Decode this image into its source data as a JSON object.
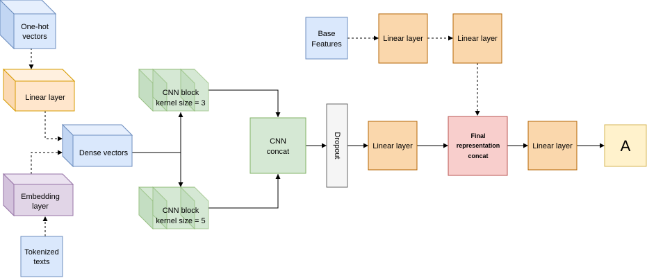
{
  "nodes": {
    "onehot": {
      "line1": "One-hot",
      "line2": "vectors"
    },
    "linear_left": {
      "label": "Linear layer"
    },
    "dense": {
      "label": "Dense vectors"
    },
    "embedding": {
      "line1": "Embedding",
      "line2": "layer"
    },
    "tokenized": {
      "line1": "Tokenized",
      "line2": "texts"
    },
    "cnn3": {
      "line1": "CNN block",
      "line2": "kernel size = 3"
    },
    "cnn5": {
      "line1": "CNN block",
      "line2": "kernel size = 5"
    },
    "cnn_concat": {
      "line1": "CNN",
      "line2": "concat"
    },
    "dropout": {
      "label": "Dropout"
    },
    "base": {
      "line1": "Base",
      "line2": "Features"
    },
    "linear_top1": {
      "label": "Linear layer"
    },
    "linear_top2": {
      "label": "Linear layer"
    },
    "linear_mid1": {
      "label": "Linear layer"
    },
    "final": {
      "line1": "Final",
      "line2": "representation",
      "line3": "concat"
    },
    "linear_mid2": {
      "label": "Linear layer"
    },
    "output": {
      "label": "A"
    }
  },
  "colors": {
    "blue_fill": "#dae8fc",
    "blue_stroke": "#6c8ebf",
    "orange_fill": "#ffe6cc",
    "orange_stroke": "#d79b00",
    "orange_strong": "#fad7ac",
    "purple_fill": "#e1d5e7",
    "purple_stroke": "#9673a6",
    "green_fill": "#d5e8d4",
    "green_stroke": "#82b366",
    "red_fill": "#f8cecc",
    "red_stroke": "#b85450",
    "yellow_fill": "#fff2cc",
    "yellow_stroke": "#d6b656",
    "gray_fill": "#f5f5f5",
    "gray_stroke": "#666666"
  }
}
